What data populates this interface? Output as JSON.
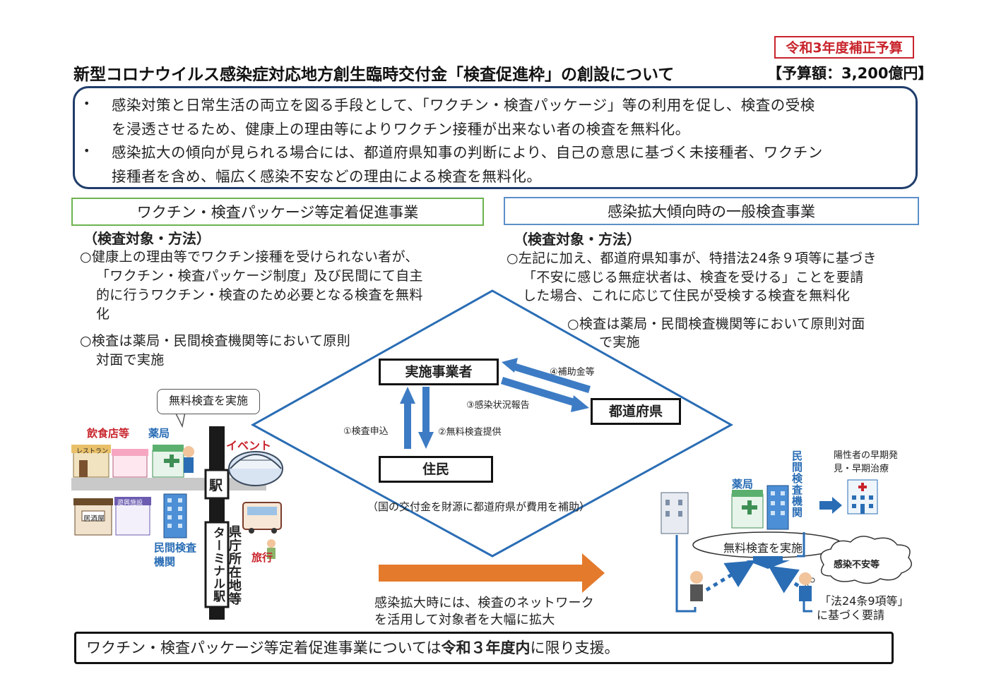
{
  "header": {
    "badge": "令和3年度補正予算",
    "title": "新型コロナウイルス感染症対応地方創生臨時交付金「検査促進枠」の創設について",
    "budget": "【予算額：3,200億円】"
  },
  "summary": {
    "bullet": "•",
    "lines": [
      "感染対策と日常生活の両立を図る手段として、「ワクチン・検査パッケージ」等の利用を促し、検査の受検",
      "を浸透させるため、健康上の理由等によりワクチン接種が出来ない者の検査を無料化。",
      "感染拡大の傾向が見られる場合には、都道府県知事の判断により、自己の意思に基づく未接種者、ワクチン",
      "接種者を含め、幅広く感染不安などの理由による検査を無料化。"
    ]
  },
  "left": {
    "header": "ワクチン・検査パッケージ等定着促進事業",
    "subheading": "（検査対象・方法）",
    "lines": [
      "○健康上の理由等でワクチン接種を受けられない者が、",
      "「ワクチン・検査パッケージ制度」及び民間にて自主",
      "的に行うワクチン・検査のため必要となる検査を無料",
      "化",
      "○検査は薬局・民間検査機関等において原則",
      "対面で実施"
    ]
  },
  "right": {
    "header": "感染拡大傾向時の一般検査事業",
    "subheading": "（検査対象・方法）",
    "lines": [
      "○左記に加え、都道府県知事が、特措法24条９項等に基づき",
      "「不安に感じる無症状者は、検査を受ける」ことを要請",
      "した場合、これに応じて住民が受検する検査を無料化",
      "○検査は薬局・民間検査機関等において原則対面",
      "で実施"
    ]
  },
  "diagram": {
    "implementer": "実施事業者",
    "prefecture": "都道府県",
    "residents": "住民",
    "step1": "①検査申込",
    "step2": "②無料検査提供",
    "step3": "③感染状況報告",
    "step4": "④補助金等",
    "note": "（国の交付金を財源に都道府県が費用を補助）"
  },
  "left_illustration": {
    "bubble": "無料検査を実施",
    "restaurants": "飲食店等",
    "pharmacy": "薬局",
    "event": "イベント",
    "station": "駅",
    "terminal": "ターミナル駅",
    "capital": "県庁所在地等",
    "lab": "民間検査\n機関",
    "travel": "旅行",
    "sign_restaurant": "レストラン",
    "sign_izakaya": "居酒屋",
    "sign_amusement": "遊興施設"
  },
  "expansion": {
    "lines": [
      "感染拡大時には、検査のネットワーク",
      "を活用して対象者を大幅に拡大"
    ]
  },
  "right_illustration": {
    "pharmacy": "薬局",
    "lab": "民間検査機関",
    "early": [
      "陽性者の早期発",
      "見・早期治療"
    ],
    "free_test": "無料検査を実施",
    "anxiety": "感染不安等",
    "request": [
      "「法24条9項等」",
      "に基づく要請"
    ]
  },
  "bottom": {
    "prefix": "ワクチン・検査パッケージ等定着促進事業については",
    "bold": "令和３年度内",
    "suffix": "に限り支援。"
  },
  "colors": {
    "badge": "#c8242c",
    "summary_border": "#1f3d6b",
    "green_header": "#6db34f",
    "blue_header": "#5b8fc9",
    "orange_arrow": "#e47a2c",
    "blue_arrow": "#2a6db5",
    "label_red": "#c8242c",
    "label_blue": "#2a6db5"
  }
}
